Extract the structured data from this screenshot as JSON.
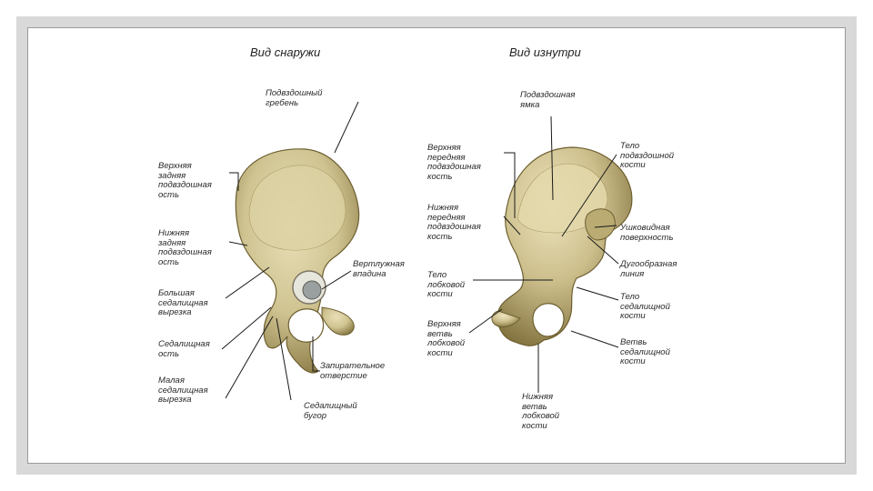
{
  "headings": {
    "outside": "Вид снаружи",
    "inside": "Вид изнутри"
  },
  "labels": {
    "iliac_crest": "Подвздошный\nгребень",
    "posterior_superior_spine": "Верхняя\nзадняя\nподвздошная\nость",
    "posterior_inferior_spine": "Нижняя\nзадняя\nподвздошная\nость",
    "greater_sciatic_notch": "Большая\nседалищная\nвырезка",
    "ischial_spine": "Седалищная\nость",
    "lesser_sciatic_notch": "Малая\nседалищная\nвырезка",
    "ischial_tuberosity": "Седалищный\nбугор",
    "acetabulum": "Вертлужная\nвпадина",
    "obturator_foramen": "Запирательное\nотверстие",
    "iliac_fossa": "Подвздошная\nямка",
    "anterior_superior_spine": "Верхняя\nпередняя\nподвздошная\nкость",
    "anterior_inferior_spine": "Нижняя\nпередняя\nподвздошная\nкость",
    "ilium_body": "Тело\nподвздошной\nкости",
    "auricular_surface": "Ушковидная\nповерхность",
    "arcuate_line": "Дугообразная\nлиния",
    "pubic_body": "Тело\nлобковой\nкости",
    "ischium_body": "Тело\nседалищной\nкости",
    "superior_pubic_ramus": "Верхняя\nветвь\nлобковой\nкости",
    "ischial_ramus": "Ветвь\nседалищной\nкости",
    "inferior_pubic_ramus": "Нижняя\nветвь\nлобковой\nкости"
  },
  "colors": {
    "bone_fill": "#cfc391",
    "bone_shadow": "#8a7a45",
    "frame_gray": "#d9d9d9",
    "leader_line": "#1a1a1a"
  }
}
